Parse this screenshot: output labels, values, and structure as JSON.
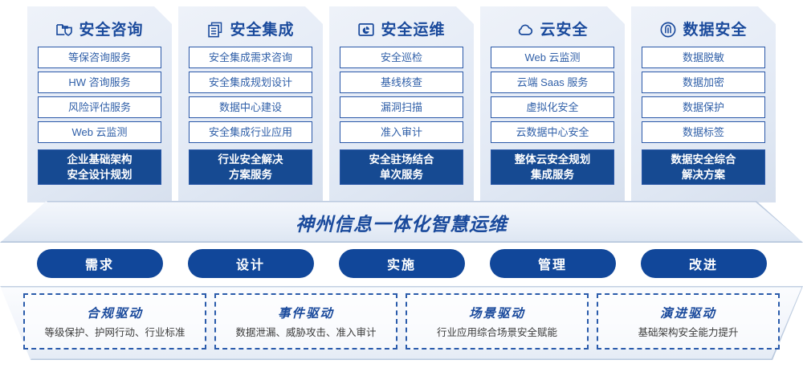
{
  "columns": [
    {
      "icon": "folder-shield-icon",
      "title": "安全咨询",
      "items": [
        "等保咨询服务",
        "HW 咨询服务",
        "风险评估服务",
        "Web 云监测"
      ],
      "highlight": [
        "企业基础架构",
        "安全设计规划"
      ]
    },
    {
      "icon": "stacked-documents-icon",
      "title": "安全集成",
      "items": [
        "安全集成需求咨询",
        "安全集成规划设计",
        "数据中心建设",
        "安全集成行业应用"
      ],
      "highlight": [
        "行业安全解决",
        "方案服务"
      ]
    },
    {
      "icon": "monitor-piechart-icon",
      "title": "安全运维",
      "items": [
        "安全巡检",
        "基线核查",
        "漏洞扫描",
        "准入审计"
      ],
      "highlight": [
        "安全驻场结合",
        "单次服务"
      ]
    },
    {
      "icon": "cloud-icon",
      "title": "云安全",
      "items": [
        "Web 云监测",
        "云端 Saas 服务",
        "虚拟化安全",
        "云数据中心安全"
      ],
      "highlight": [
        "整体云安全规划",
        "集成服务"
      ]
    },
    {
      "icon": "fingerprint-icon",
      "title": "数据安全",
      "items": [
        "数据脱敏",
        "数据加密",
        "数据保护",
        "数据标签"
      ],
      "highlight": [
        "数据安全综合",
        "解决方案"
      ]
    }
  ],
  "banner": {
    "text": "神州信息一体化智慧运维"
  },
  "phases": [
    {
      "label": "需求"
    },
    {
      "label": "设计"
    },
    {
      "label": "实施"
    },
    {
      "label": "管理"
    },
    {
      "label": "改进"
    }
  ],
  "drivers": [
    {
      "title": "合规驱动",
      "subtitle": "等级保护、护网行动、行业标准"
    },
    {
      "title": "事件驱动",
      "subtitle": "数据泄漏、威胁攻击、准入审计"
    },
    {
      "title": "场景驱动",
      "subtitle": "行业应用综合场景安全赋能"
    },
    {
      "title": "演进驱动",
      "subtitle": "基础架构安全能力提升"
    }
  ],
  "colors": {
    "brand_blue": "#1a4a9c",
    "deep_blue": "#164a92",
    "pill_blue": "#11479a",
    "item_border": "#2a58a8",
    "item_text": "#2f5fa8"
  }
}
